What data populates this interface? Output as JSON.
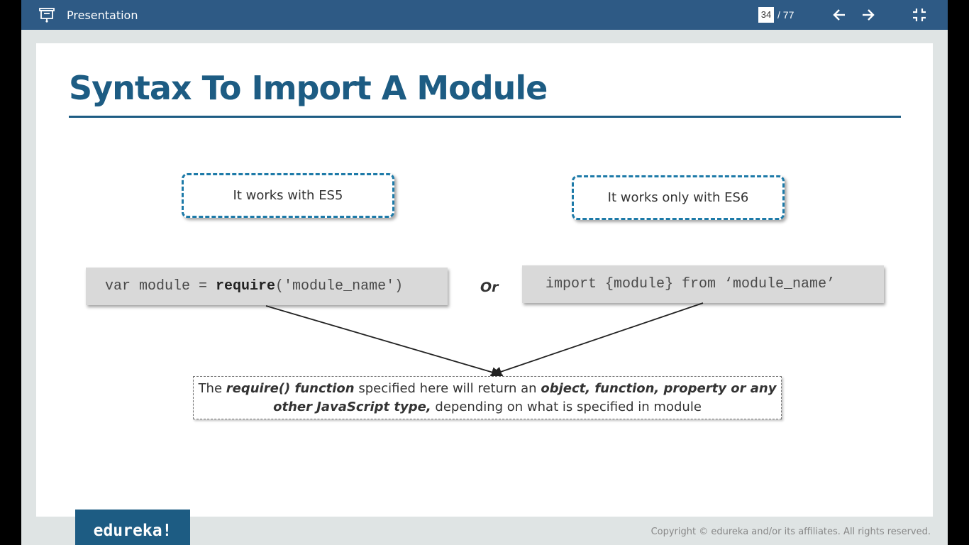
{
  "app": {
    "title": "Presentation"
  },
  "pager": {
    "current": "34",
    "total": "/ 77"
  },
  "slide": {
    "title": "Syntax To Import A Module",
    "es5_label": "It works with ES5",
    "es6_label": "It works only with ES6",
    "code_left_pre": "var module = ",
    "code_left_bold": "require",
    "code_left_post": "('module_name')",
    "or_label": "Or",
    "code_right": "import {module} from ‘module_name’",
    "note": {
      "p1": "The ",
      "b1": "require() function",
      "p2": " specified here will return an ",
      "b2": "object, function, property or any other JavaScript type,",
      "p3": " depending on what is specified in module"
    }
  },
  "footer": {
    "logo": "edureka!",
    "copyright": "Copyright © edureka and/or its affiliates. All rights reserved."
  },
  "colors": {
    "topbar": "#2e5a85",
    "accent": "#1d5c83",
    "dash": "#1d7aa8"
  },
  "icons": {
    "presentation": "presentation-icon",
    "prev": "arrow-left-icon",
    "next": "arrow-right-icon",
    "exit_fullscreen": "exit-fullscreen-icon"
  }
}
